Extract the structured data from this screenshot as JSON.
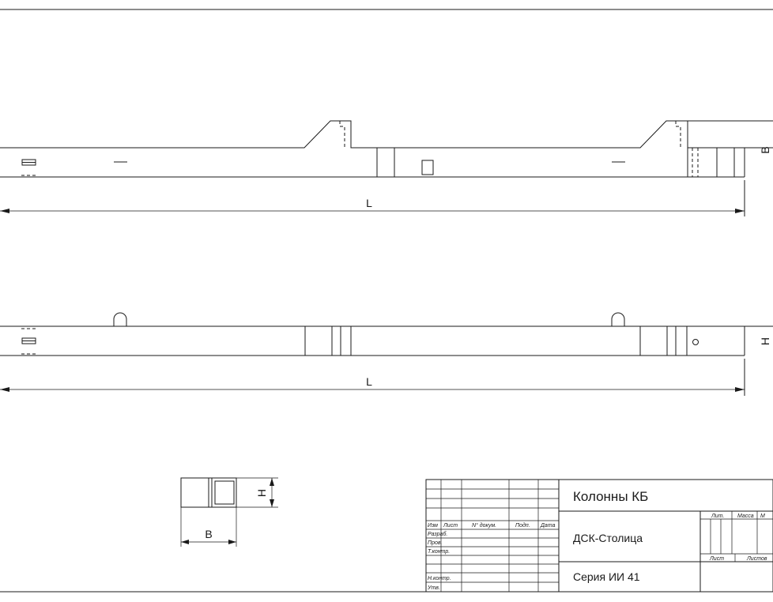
{
  "views": {
    "front": {
      "length_label": "L",
      "height_label": "B"
    },
    "plan": {
      "length_label": "L",
      "height_label": "H"
    },
    "section": {
      "width_label": "B",
      "height_label": "H"
    }
  },
  "title_block": {
    "title": "Колонны КБ",
    "organization": "ДСК-Столица",
    "series": "Серия ИИ 41",
    "headers": {
      "izm": "Изм",
      "list": "Лист",
      "doc_no": "N° докум.",
      "sign": "Подп.",
      "date": "Дата"
    },
    "roles": [
      "Разраб.",
      "Пров.",
      "Т.контр.",
      "Н.контр.",
      "Утв."
    ],
    "right_headers": {
      "lit": "Лит.",
      "mass": "Масса",
      "scale": "М"
    },
    "sheet_headers": {
      "sheet": "Лист",
      "sheets": "Листов"
    }
  }
}
